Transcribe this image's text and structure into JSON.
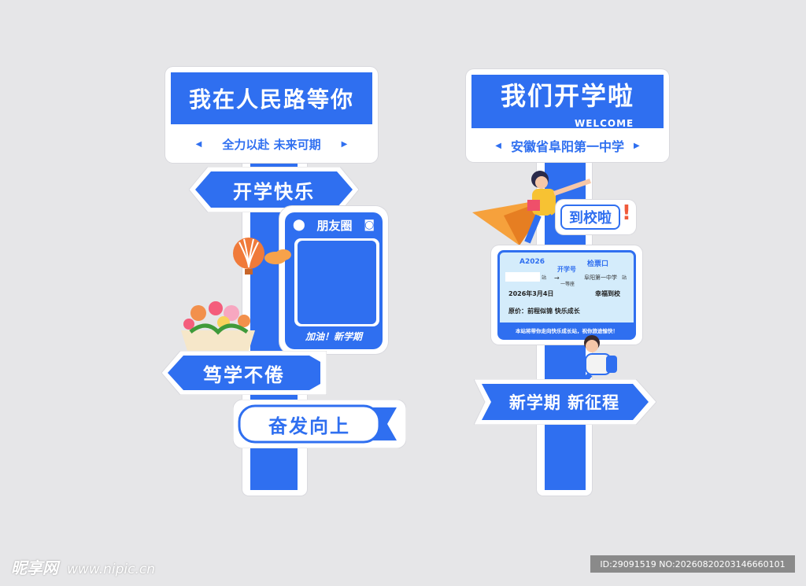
{
  "left_sign": {
    "title": "我在人民路等你",
    "subtitle": "全力以赴  未来可期",
    "arrow1": "开学快乐",
    "moments_title": "朋友圈",
    "moments_caption": "加油！新学期",
    "arrow2": "笃学不倦",
    "arrow3": "奋发向上"
  },
  "right_sign": {
    "title": "我们开学啦",
    "welcome": "WELCOME",
    "school": "安徽省阜阳第一中学",
    "bubble": "到校啦",
    "ticket": {
      "train_no": "A2026",
      "gate": "检票口",
      "train_name": "开学号",
      "seat_class": "一等座",
      "from_suffix": "站",
      "destination": "阜阳第一中学",
      "to_suffix": "站",
      "date": "2026年3月4日",
      "slogan": "幸福到校",
      "price_label": "原价：前程似锦  快乐成长",
      "footer": "本站将带你走向快乐成长站，祝你旅途愉快！"
    },
    "arrow": "新学期 新征程"
  },
  "watermark": {
    "logo": "昵享网",
    "url": "www.nipic.cn",
    "id": "ID:29091519 NO:20260820203146660101"
  }
}
